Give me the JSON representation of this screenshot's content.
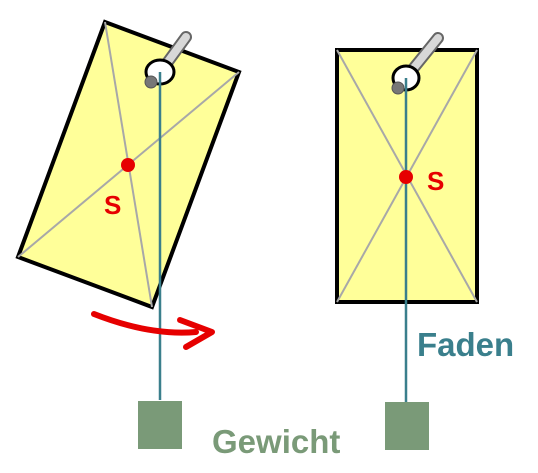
{
  "colors": {
    "card_fill": "#ffff99",
    "card_border": "#000000",
    "diagonal": "#a8a8a8",
    "thread": "#3a7f8c",
    "center_of_mass": "#e60000",
    "weight_fill": "#7a9a78",
    "label_center": "#e60000",
    "label_thread": "#3a7f8c",
    "label_weight": "#7a9a78",
    "arrow": "#e60000"
  },
  "icons": {
    "pivot": "pin-icon",
    "rotation": "curved-arrow-icon"
  },
  "labels": {
    "center_of_mass_left": "S",
    "center_of_mass_right": "S",
    "thread": "Faden",
    "weight": "Gewicht"
  }
}
